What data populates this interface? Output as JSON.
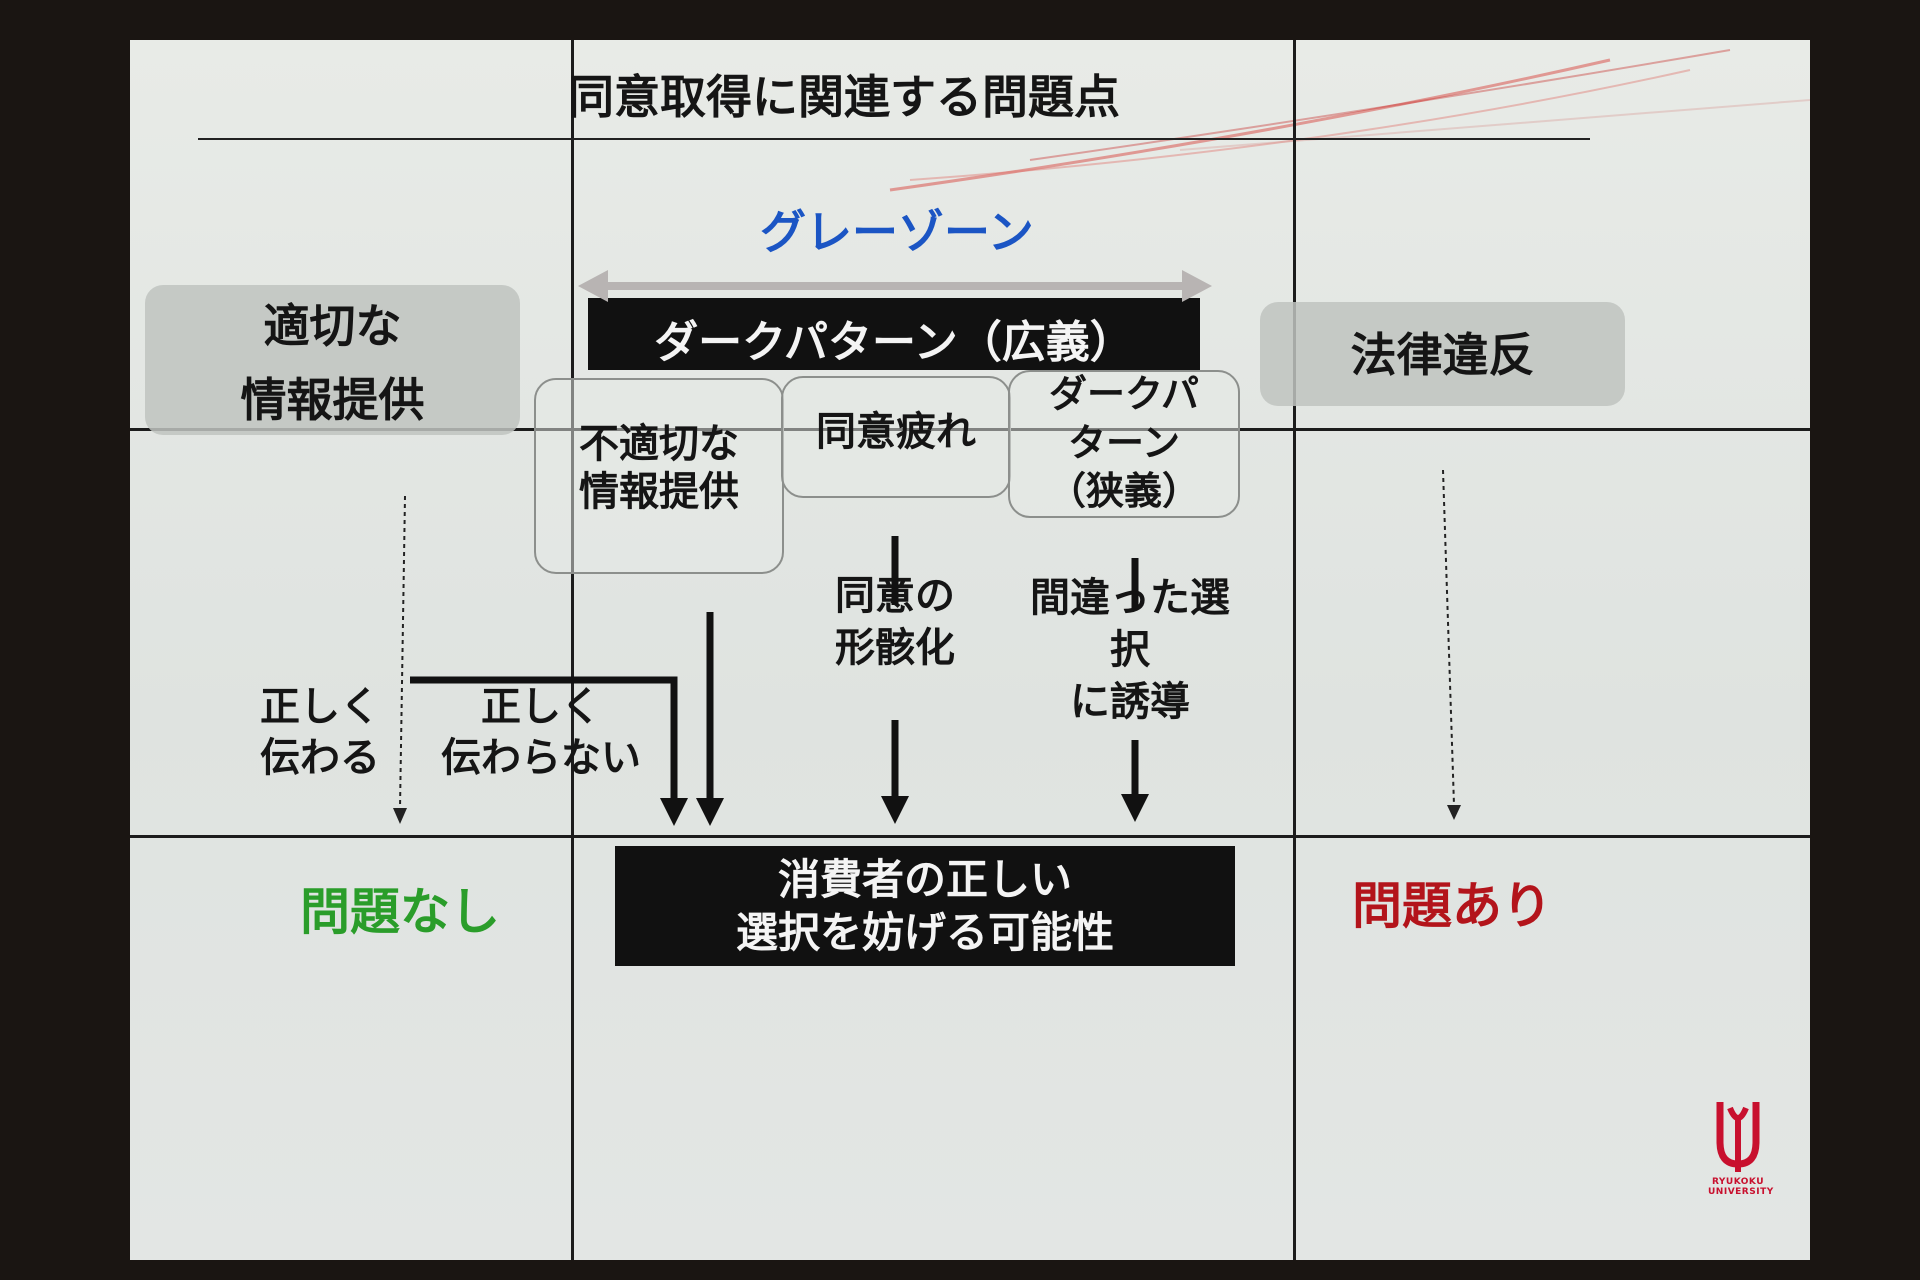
{
  "slide": {
    "title": "同意取得に関連する問題点",
    "gray_zone": "グレーゾーン",
    "dark_pattern_broad": "ダークパターン（広義）",
    "left_category": "適切な\n情報提供",
    "right_category": "法律違反",
    "sub_boxes": [
      {
        "label": "不適切な\n情報提供"
      },
      {
        "label": "同意疲れ"
      },
      {
        "label": "ダークパ\nターン\n（狭義）"
      }
    ],
    "mid_labels": {
      "consent_formality": "同意の\n形骸化",
      "induce_wrong_choice": "間違った選\n択\nに誘導"
    },
    "arrow_labels": {
      "conveyed_correctly": "正しく\n伝わる",
      "not_conveyed_correctly": "正しく\n伝わらない"
    },
    "outcome_center": "消費者の正しい\n選択を妨げる可能性",
    "outcome_left": "問題なし",
    "outcome_right": "問題あり",
    "logo_text": "RYUKOKU\nUNIVERSITY"
  },
  "colors": {
    "gray_zone_text": "#1b55c4",
    "ok_text": "#2a9d2a",
    "ng_text": "#b3141b",
    "logo_red": "#c8102e"
  }
}
